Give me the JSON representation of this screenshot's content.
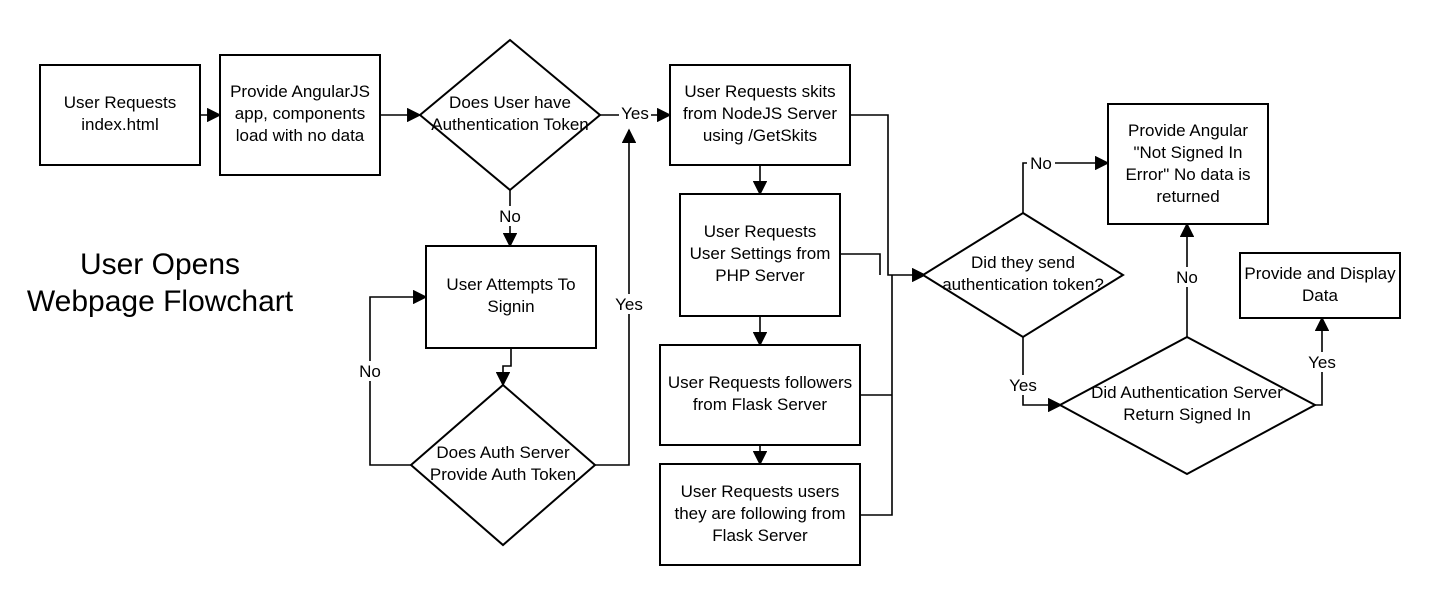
{
  "title": [
    "User Opens",
    "Webpage Flowchart"
  ],
  "nodes": {
    "request_index": [
      "User Requests",
      "index.html"
    ],
    "provide_angular_app": [
      "Provide AngularJS",
      "app, components",
      "load with no data"
    ],
    "has_auth_token": [
      "Does User have",
      "Authentication Token"
    ],
    "attempt_signin": [
      "User Attempts To",
      "Signin"
    ],
    "auth_server_provides": [
      "Does Auth Server",
      "Provide Auth Token"
    ],
    "request_skits": [
      "User Requests skits",
      "from NodeJS Server",
      "using /GetSkits"
    ],
    "request_settings": [
      "User Requests",
      "User Settings from",
      "PHP Server"
    ],
    "request_followers": [
      "User Requests followers",
      "from Flask Server"
    ],
    "request_following": [
      "User Requests users",
      "they are following from",
      "Flask Server"
    ],
    "sent_token": [
      "Did they send",
      "authentication token?"
    ],
    "not_signed_in_error": [
      "Provide Angular",
      "\"Not Signed In",
      "Error\" No data is",
      "returned"
    ],
    "auth_returned_signed_in": [
      "Did Authentication Server",
      "Return Signed In"
    ],
    "provide_display_data": [
      "Provide and Display",
      "Data"
    ]
  },
  "edge_labels": {
    "token_yes": "Yes",
    "token_no": "No",
    "signin_no": "No",
    "signin_yes": "Yes",
    "sent_no": "No",
    "sent_yes": "Yes",
    "signed_in_no": "No",
    "signed_in_yes": "Yes"
  }
}
